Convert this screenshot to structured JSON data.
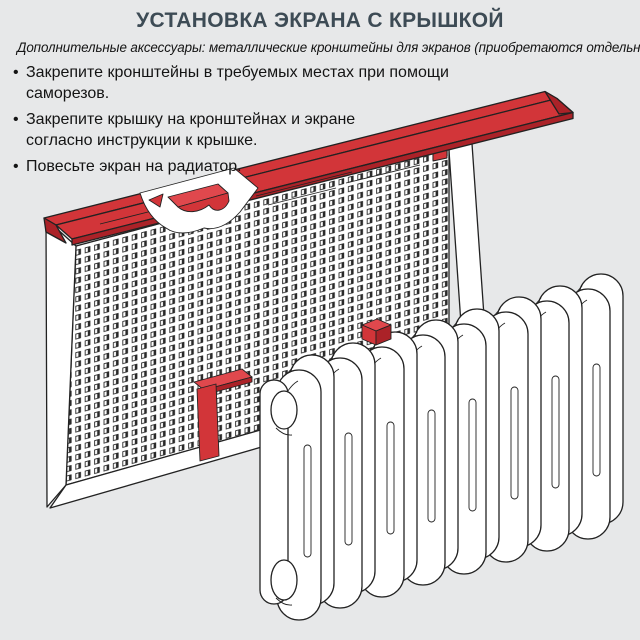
{
  "header": {
    "title": "УСТАНОВКА ЭКРАНА С КРЫШКОЙ"
  },
  "intro": {
    "note": "Дополнительные аксессуары: металлические кронштейны для экранов (приобретаются отдельно)."
  },
  "steps": {
    "marker": "•",
    "items": [
      {
        "lines": [
          "Закрепите кронштейны в требуемых местах при помощи",
          "саморезов."
        ]
      },
      {
        "lines": [
          "Закрепите крышку на кронштейнах и экране",
          "согласно инструкции к крышке."
        ]
      },
      {
        "lines": [
          "Повесьте экран на радиатор."
        ]
      }
    ]
  },
  "illustration": {
    "subject": "perforated radiator screen with red top cover, red mounting brackets and sectional radiator",
    "radiator_sections": 8,
    "colors": {
      "background": "#e7e8e9",
      "accent_red": "#d23539",
      "accent_red_dark": "#ab2228",
      "accent_red_light": "#e0484d",
      "outline": "#222222",
      "panel_white": "#ffffff",
      "perforation_dark": "#2a2a2a",
      "title_text": "#3d4b55",
      "body_text": "#141414"
    }
  }
}
